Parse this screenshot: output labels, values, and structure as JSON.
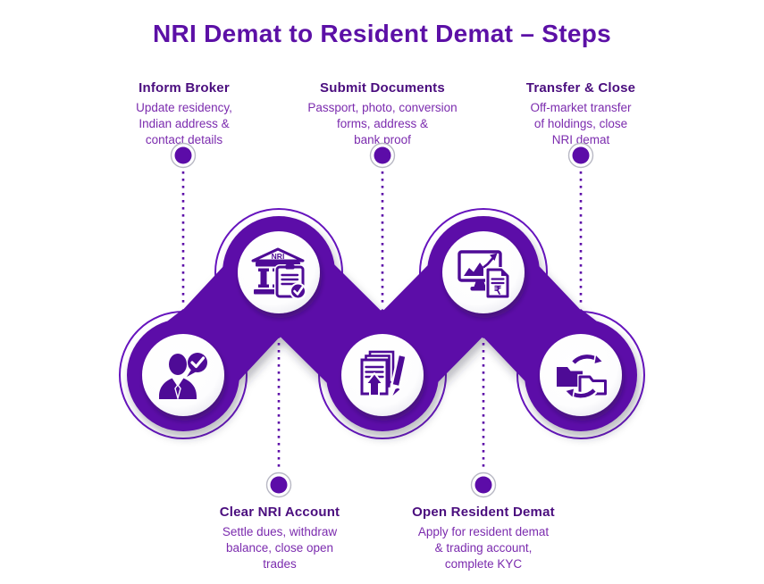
{
  "title": "NRI Demat to Resident Demat – Steps",
  "colors": {
    "chain": "#5C0CA8",
    "icon": "#4E0B96",
    "title_text": "#5C10A6",
    "heading_text": "#4A0D7E",
    "body_text": "#7B2BAE"
  },
  "steps": [
    {
      "heading": "Inform Broker",
      "description": "Update residency,\nIndian address &\ncontact details",
      "icon": "person-check-icon",
      "label_position": "top"
    },
    {
      "heading": "Clear NRI Account",
      "description": "Settle dues, withdraw\nbalance, close open\ntrades",
      "icon": "bank-nri-check-icon",
      "label_position": "bottom"
    },
    {
      "heading": "Submit Documents",
      "description": "Passport, photo, conversion\nforms, address &\nbank proof",
      "icon": "documents-pen-icon",
      "label_position": "top"
    },
    {
      "heading": "Open Resident Demat",
      "description": "Apply for resident demat\n& trading account,\ncomplete KYC",
      "icon": "monitor-chart-rupee-icon",
      "label_position": "bottom"
    },
    {
      "heading": "Transfer & Close",
      "description": "Off-market transfer\nof holdings, close\nNRI demat",
      "icon": "folders-transfer-icon",
      "label_position": "top"
    }
  ],
  "icon_labels": {
    "bank": "NRI",
    "rupee": "₹"
  }
}
